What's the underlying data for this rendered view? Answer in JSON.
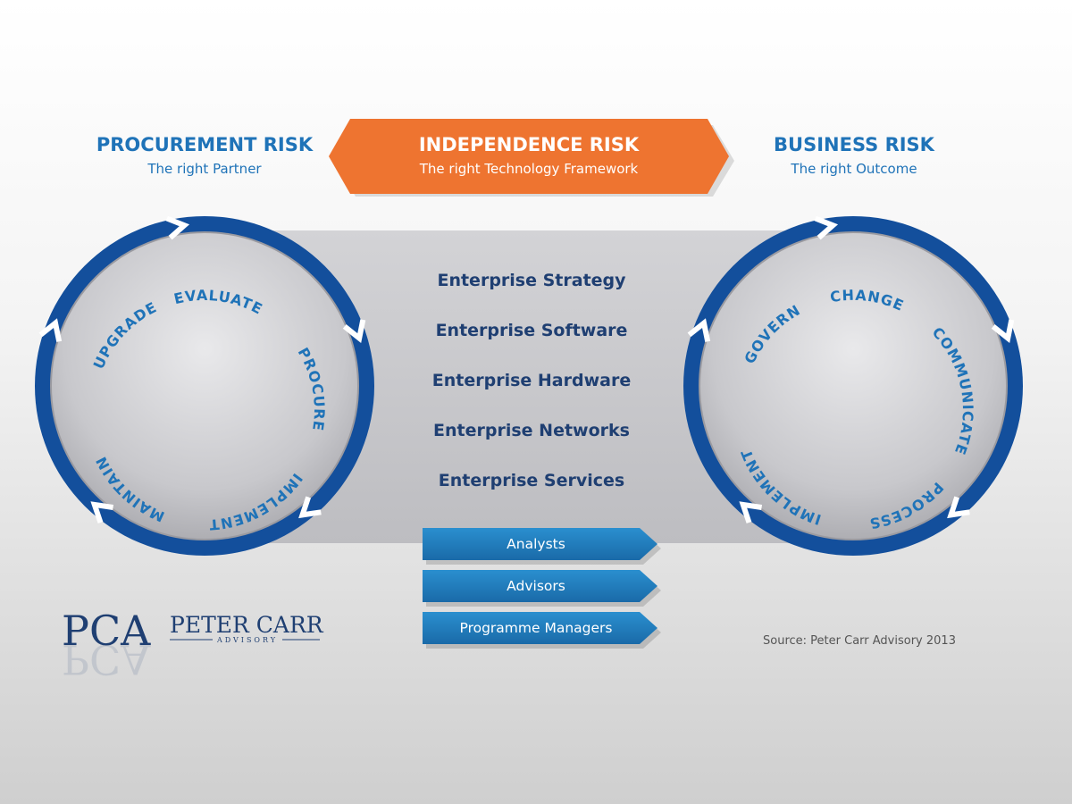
{
  "procurement": {
    "title": "PROCUREMENT RISK",
    "subtitle": "The right Partner",
    "cycle": [
      "UPGRADE",
      "EVALUATE",
      "PROCURE",
      "IMPLEMENT",
      "MAINTAIN"
    ]
  },
  "independence": {
    "title": "INDEPENDENCE RISK",
    "subtitle": "The right Technology Framework"
  },
  "business": {
    "title": "BUSINESS RISK",
    "subtitle": "The right Outcome",
    "cycle": [
      "GOVERN",
      "CHANGE",
      "COMMUNICATE",
      "PROCESS",
      "IMPLEMENT"
    ]
  },
  "layers": [
    "Enterprise Strategy",
    "Enterprise Software",
    "Enterprise Hardware",
    "Enterprise Networks",
    "Enterprise Services"
  ],
  "roles": [
    "Analysts",
    "Advisors",
    "Programme Managers"
  ],
  "source": "Source: Peter Carr Advisory 2013",
  "logo": {
    "mark": "PCA",
    "name": "PETER CARR",
    "sub": "ADVISORY"
  },
  "colors": {
    "ring_blue": "#134f9c",
    "label_blue": "#1f73b8",
    "navy": "#1f3f72",
    "orange": "#ee7430",
    "role_blue": "#1f7fbf",
    "band_grey": "#c9c9cb"
  }
}
